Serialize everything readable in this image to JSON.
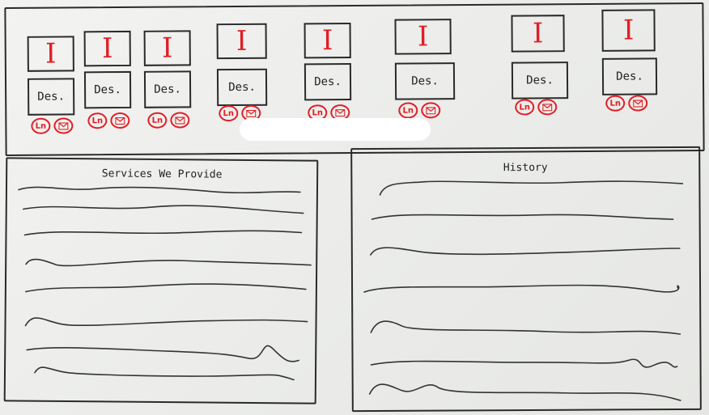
{
  "team": {
    "members": [
      {
        "image_label": "I",
        "description": "Des.",
        "linkedin_label": "Ln"
      },
      {
        "image_label": "I",
        "description": "Des.",
        "linkedin_label": "Ln"
      },
      {
        "image_label": "I",
        "description": "Des.",
        "linkedin_label": "Ln"
      },
      {
        "image_label": "I",
        "description": "Des.",
        "linkedin_label": "Ln"
      },
      {
        "image_label": "I",
        "description": "Des.",
        "linkedin_label": "Ln"
      },
      {
        "image_label": "I",
        "description": "Des.",
        "linkedin_label": "Ln"
      },
      {
        "image_label": "I",
        "description": "Des.",
        "linkedin_label": "Ln"
      },
      {
        "image_label": "I",
        "description": "Des.",
        "linkedin_label": "Ln"
      }
    ],
    "icons": [
      "linkedin-icon",
      "mail-icon"
    ]
  },
  "services": {
    "title": "Services We Provide"
  },
  "history": {
    "title": "History"
  },
  "colors": {
    "accent": "#e01f26",
    "ink": "#2a2a2a",
    "board": "#efefed",
    "redaction": "#ffffff"
  }
}
